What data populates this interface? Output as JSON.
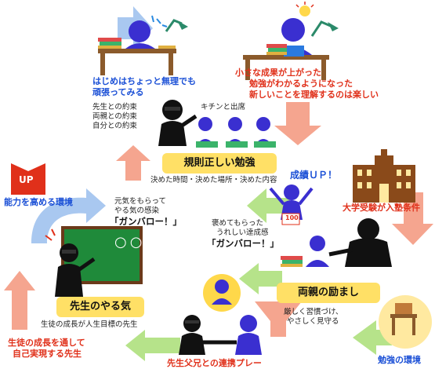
{
  "center": {
    "title": "規則正しい勉強",
    "desc": "決めた時間・決めた場所・決めた内容",
    "attendance": "キチンと出席",
    "promises": [
      "先生との約束",
      "両親との約束",
      "自分との約束"
    ]
  },
  "top_left": {
    "caption": [
      "はじめはちょっと無理でも",
      "頑張ってみる"
    ]
  },
  "top_right": {
    "caption": [
      "小さな成果が上がった",
      "勉強がわかるようになった",
      "新しいことを理解するのは楽しい"
    ]
  },
  "right": {
    "score_label": "成績ＵＰ！",
    "score_sign": "100",
    "exam": "大学受験が入塾条件",
    "environment": "勉強の環境"
  },
  "parents": {
    "title": "両親の励まし",
    "desc": [
      "厳しく習慣づけ、",
      "やさしく見守る"
    ],
    "praise": [
      "褒めてもらった",
      "うれしい達成感"
    ],
    "cheer": "「ガンバロー！」"
  },
  "teacher": {
    "title": "先生のやる気",
    "desc": "生徒の成長が人生目標の先生",
    "motivation": [
      "元気をもらって",
      "やる気の感染"
    ],
    "cheer": "「ガンバロー！」",
    "board_text": "○○"
  },
  "left": {
    "up_badge": "UP",
    "env_label": "能力を高める環境",
    "growth": [
      "生徒の成長を通して",
      "自己実現する先生"
    ]
  },
  "bottom": {
    "collab": "先生父兄との連携プレー"
  },
  "colors": {
    "accent_blue": "#1a4fd6",
    "accent_red": "#e0301a",
    "highlight": "#ffe066"
  }
}
